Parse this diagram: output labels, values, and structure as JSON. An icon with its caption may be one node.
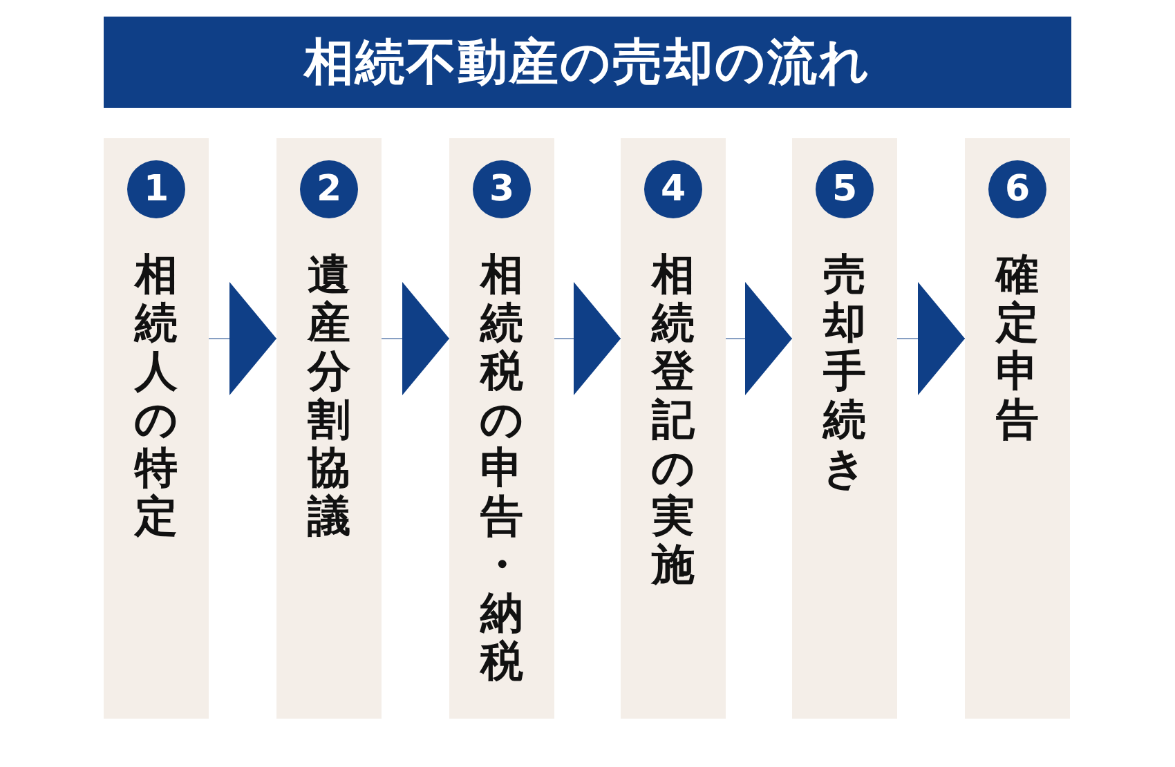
{
  "diagram": {
    "title": "相続不動産の売却の流れ",
    "nodes": [
      {
        "text": [
          "相続人の特定"
        ]
      },
      {
        "text": [
          "1"
        ],
        "in": 0
      },
      {
        "text": [
          "遺産分割協議"
        ]
      },
      {
        "text": [
          "2"
        ],
        "in": 2
      },
      {
        "text": [
          "相続税の申告・納税"
        ]
      },
      {
        "text": [
          "3"
        ],
        "in": 4
      },
      {
        "text": [
          "相続登記の実施"
        ]
      },
      {
        "text": [
          "4"
        ],
        "in": 6
      },
      {
        "text": [
          "売却手続き"
        ]
      },
      {
        "text": [
          "5"
        ],
        "in": 8
      },
      {
        "text": [
          "確定申告"
        ]
      },
      {
        "text": [
          "6"
        ],
        "in": 10
      }
    ],
    "edges": [
      {
        "from": 0,
        "to": 2,
        "arrow": "to"
      },
      {
        "from": 2,
        "to": 4,
        "arrow": "to"
      },
      {
        "from": 4,
        "to": 6,
        "arrow": "to"
      },
      {
        "from": 6,
        "to": 8,
        "arrow": "to"
      },
      {
        "from": 8,
        "to": 10,
        "arrow": "to"
      }
    ]
  }
}
